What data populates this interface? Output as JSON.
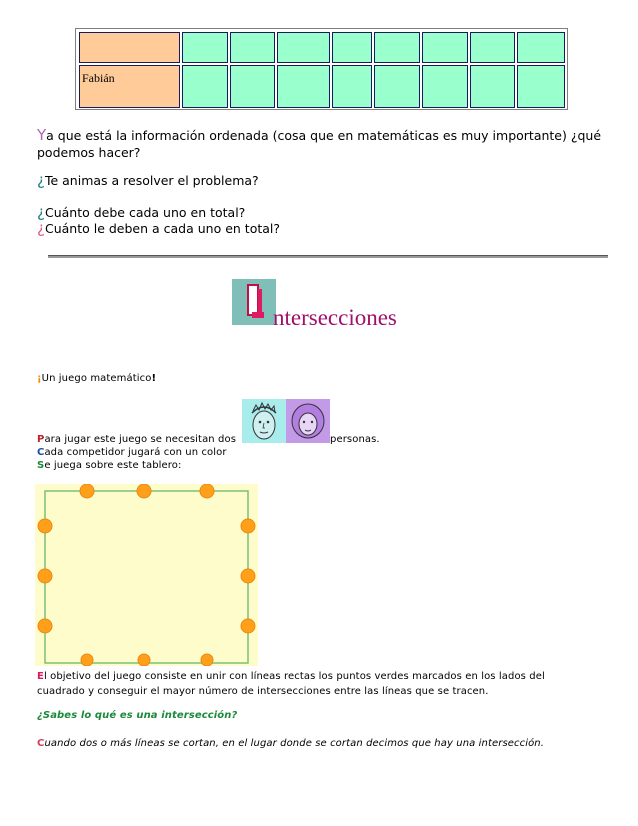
{
  "table": {
    "name_label": "Fabián",
    "colors": {
      "name_cell": "#ffcc99",
      "value_cell": "#99ffcc"
    }
  },
  "text": {
    "p1_cap": "Y",
    "p1_rest": "a que está la información ordenada (cosa que en matemáticas es muy importante) ¿qué podemos hacer?",
    "q1_cap": "¿",
    "q1_rest": "Te animas a resolver el problema?",
    "q2_cap": "¿",
    "q2_rest": "Cuánto debe cada uno en total?",
    "q3_cap": "¿",
    "q3_rest": "Cuánto le deben a cada uno en total?"
  },
  "section": {
    "title_rest": "ntersecciones",
    "title_initial_icon": "pink-letter-i-icon"
  },
  "game": {
    "intro_open": "¡",
    "intro_text": "Un juego matemático",
    "intro_close": "!",
    "l1_cap": "P",
    "l1_text": "ara jugar este juego se necesitan dos",
    "l1_end": "personas.",
    "l2_cap": "C",
    "l2_text": "ada competidor jugará con un color",
    "l3_cap": "S",
    "l3_text": "e juega sobre este tablero:",
    "objective_cap": "E",
    "objective_text": "l objetivo del juego consiste en unir con líneas rectas los puntos verdes marcados en los lados del cuadrado y conseguir el mayor número de intersecciones entre las líneas que se tracen.",
    "question": "¿Sabes lo qué es una intersección?",
    "answer_cap": "C",
    "answer_text": "uando dos o más líneas se cortan, en el lugar donde se cortan decimos que hay una intersección."
  },
  "board": {
    "colors": {
      "background": "#fffccc",
      "border": "#7ac07a",
      "dot": "#ff9f1a"
    }
  }
}
